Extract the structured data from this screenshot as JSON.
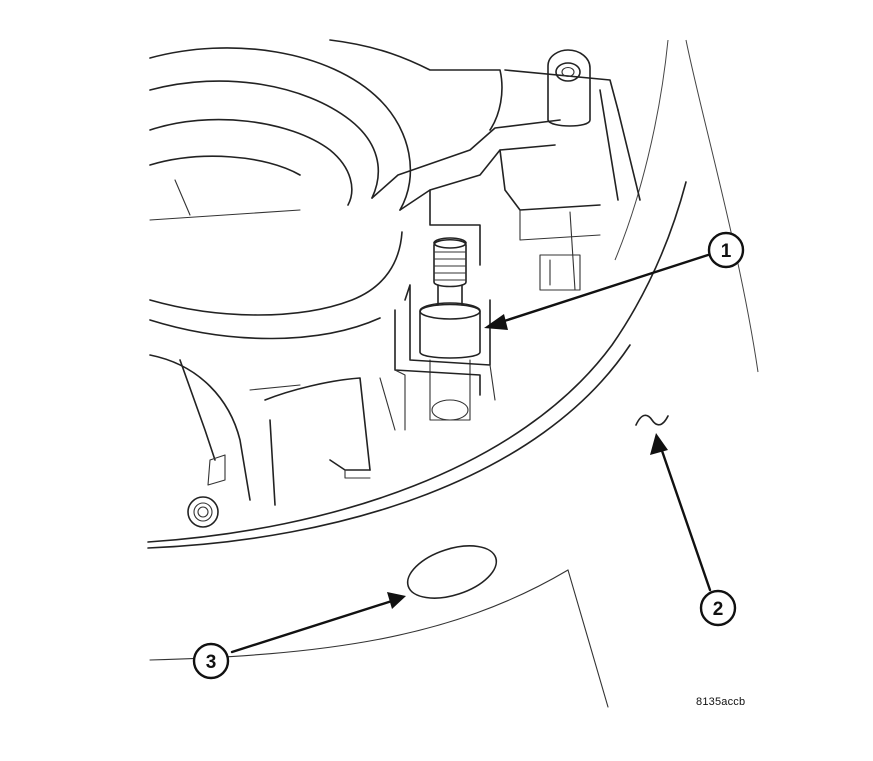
{
  "figure_id": "8135accb",
  "callouts": [
    {
      "label": "1"
    },
    {
      "label": "2"
    },
    {
      "label": "3"
    }
  ],
  "colors": {
    "line": "#222222",
    "background": "#ffffff"
  }
}
